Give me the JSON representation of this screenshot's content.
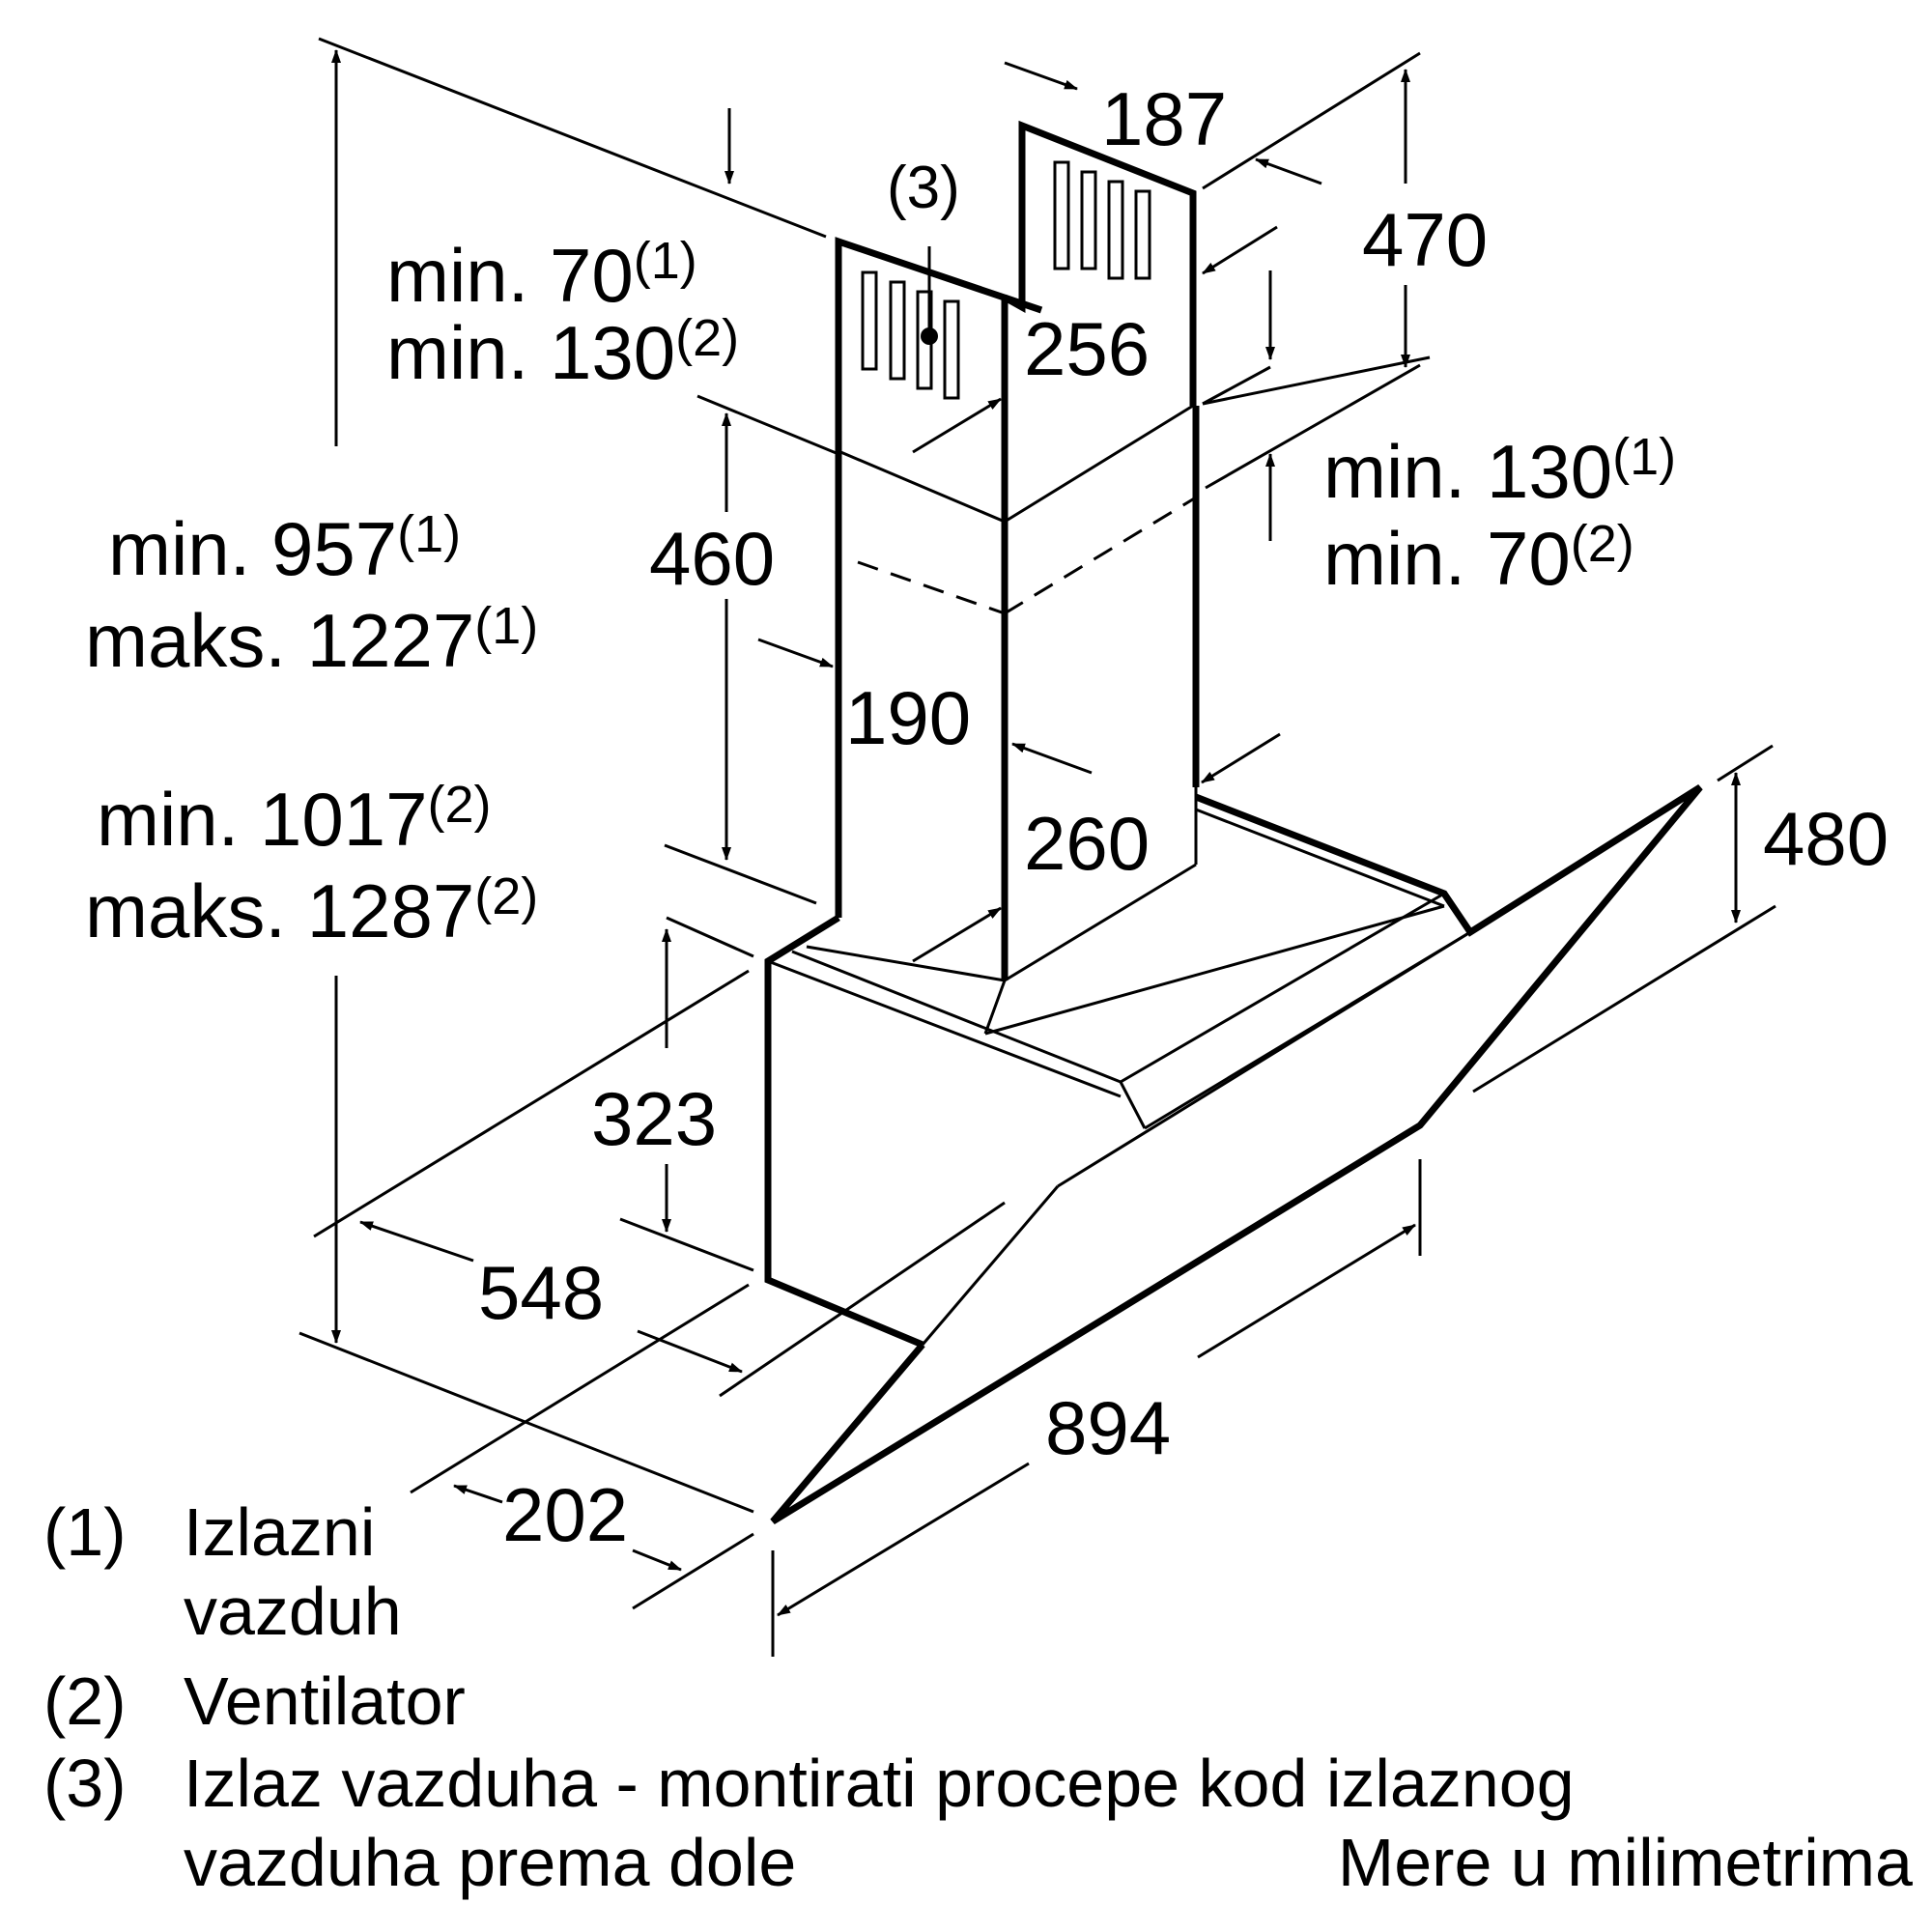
{
  "dimensions": {
    "top_left_dim": {
      "line1": "min. 70",
      "sup1": "(1)",
      "line2": "min. 130",
      "sup2": "(2)"
    },
    "chimney_depth": "187",
    "chimney_height": "470",
    "outlet_marker": "(3)",
    "inner_width": "256",
    "right_dim": {
      "line1": "min. 130",
      "sup1": "(1)",
      "line2": "min. 70",
      "sup2": "(2)"
    },
    "total_height_1": {
      "line1": "min. 957",
      "sup1": "(1)",
      "line2": "maks. 1227",
      "sup2": "(1)"
    },
    "lower_chimney_height": "460",
    "lower_chimney_depth": "190",
    "lower_chimney_width": "260",
    "total_height_2": {
      "line1": "min. 1017",
      "sup1": "(2)",
      "line2": "maks. 1287",
      "sup2": "(2)"
    },
    "glass_height": "480",
    "body_height": "323",
    "body_depth": "548",
    "hood_width": "894",
    "front_depth": "202"
  },
  "legend": [
    {
      "num": "(1)",
      "lines": [
        "Izlazni",
        "vazduh"
      ]
    },
    {
      "num": "(2)",
      "lines": [
        "Ventilator"
      ]
    },
    {
      "num": "(3)",
      "lines": [
        "Izlaz vazduha - montirati procepe kod izlaznog",
        "vazduha prema dole"
      ]
    }
  ],
  "unit_note": "Mere u milimetrima"
}
